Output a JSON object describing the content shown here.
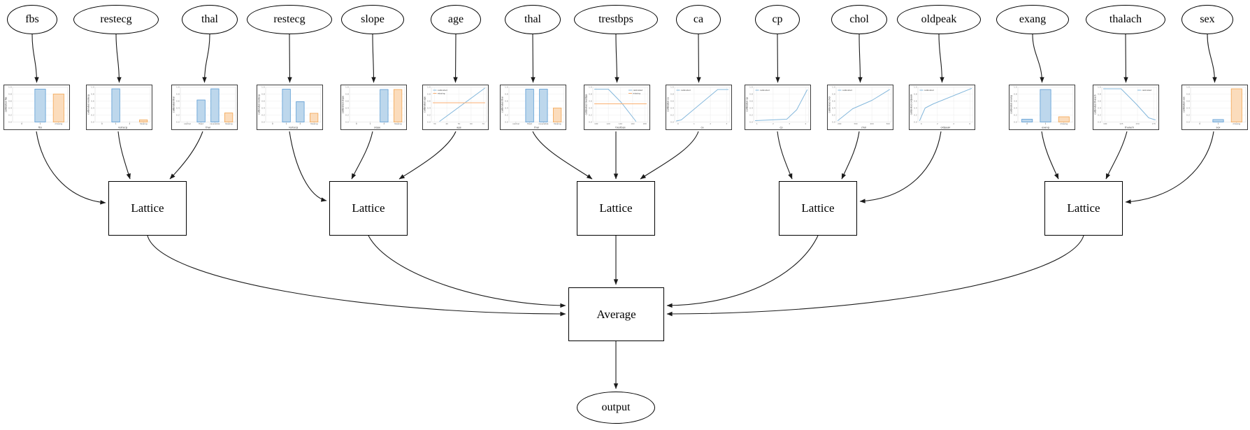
{
  "diagram": {
    "features": [
      "fbs",
      "restecg",
      "thal",
      "restecg",
      "slope",
      "age",
      "thal",
      "trestbps",
      "ca",
      "cp",
      "chol",
      "oldpeak",
      "exang",
      "thalach",
      "sex"
    ],
    "lattice_nodes": [
      "Lattice",
      "Lattice",
      "Lattice",
      "Lattice",
      "Lattice"
    ],
    "lattice_groups": [
      [
        "fbs",
        "restecg",
        "thal"
      ],
      [
        "restecg",
        "slope",
        "age"
      ],
      [
        "thal",
        "trestbps",
        "ca"
      ],
      [
        "cp",
        "chol",
        "oldpeak"
      ],
      [
        "exang",
        "thalach",
        "sex"
      ]
    ],
    "average_node": "Average",
    "output_node": "output"
  },
  "colors": {
    "bar_blue_fill": "#bdd7ec",
    "bar_blue_edge": "#5a9bd4",
    "bar_orange_fill": "#fbdcbc",
    "bar_orange_edge": "#f3a653",
    "line_blue": "#85b8dc",
    "line_orange": "#f9ae70",
    "edge_black": "#1a1a1a",
    "grid_gray": "#ececec"
  },
  "chart_data": [
    {
      "feature": "fbs",
      "type": "bar",
      "ylabel": "calibrated fbs",
      "xlabel": "fbs",
      "yticks": [
        "0.0",
        "0.2",
        "0.4",
        "0.6",
        "0.8",
        "1.0"
      ],
      "categories": [
        "0",
        "1",
        "missing"
      ],
      "values": [
        0,
        0.94,
        0.8
      ],
      "bar_colors": [
        "none",
        "blue",
        "orange"
      ]
    },
    {
      "feature": "restecg",
      "type": "bar",
      "ylabel": "calibrated restecg",
      "xlabel": "restecg",
      "yticks": [
        "0.0",
        "0.2",
        "0.4",
        "0.6",
        "0.8",
        "1.0"
      ],
      "categories": [
        "0",
        "1",
        "2",
        "missing"
      ],
      "values": [
        0,
        0.95,
        0,
        0.06
      ],
      "bar_colors": [
        "none",
        "blue",
        "none",
        "orange"
      ]
    },
    {
      "feature": "thal",
      "type": "bar",
      "ylabel": "calibrated thal",
      "xlabel": "thal",
      "yticks": [
        "0.0",
        "0.2",
        "0.4",
        "0.6",
        "0.8",
        "1.0"
      ],
      "categories": [
        "normal",
        "fixed",
        "reversible",
        "missing"
      ],
      "values": [
        0,
        0.63,
        0.95,
        0.26
      ],
      "bar_colors": [
        "none",
        "blue",
        "blue",
        "orange"
      ]
    },
    {
      "feature": "restecg",
      "type": "bar",
      "ylabel": "calibrated restecg",
      "xlabel": "restecg",
      "yticks": [
        "0.0",
        "0.2",
        "0.4",
        "0.6",
        "0.8",
        "1.0"
      ],
      "categories": [
        "0",
        "1",
        "2",
        "missing"
      ],
      "values": [
        0,
        0.94,
        0.58,
        0.25
      ],
      "bar_colors": [
        "none",
        "blue",
        "blue",
        "orange"
      ]
    },
    {
      "feature": "slope",
      "type": "bar",
      "ylabel": "calibrated slope",
      "xlabel": "slope",
      "yticks": [
        "0.0",
        "0.2",
        "0.4",
        "0.6",
        "0.8",
        "1.0"
      ],
      "categories": [
        "0",
        "1",
        "2",
        "missing"
      ],
      "values": [
        0,
        0,
        0.93,
        0.93
      ],
      "bar_colors": [
        "none",
        "none",
        "blue",
        "orange"
      ]
    },
    {
      "feature": "age",
      "type": "line",
      "ylabel": "calibrated age",
      "xlabel": "age",
      "yticks": [
        "0.0",
        "0.2",
        "0.4",
        "0.6",
        "0.8",
        "1.0"
      ],
      "xticks": [
        "30",
        "40",
        "50",
        "60",
        "70"
      ],
      "legend_pos": "tl",
      "series": [
        {
          "name": "calibrated",
          "color": "blue",
          "points": [
            [
              0.15,
              0.02
            ],
            [
              0.97,
              0.97
            ]
          ]
        },
        {
          "name": "missing",
          "color": "orange",
          "points": [
            [
              0.03,
              0.55
            ],
            [
              0.97,
              0.55
            ]
          ]
        }
      ]
    },
    {
      "feature": "thal",
      "type": "bar",
      "ylabel": "calibrated thal",
      "xlabel": "thal",
      "yticks": [
        "0.0",
        "0.2",
        "0.4",
        "0.6",
        "0.8",
        "1.0"
      ],
      "categories": [
        "normal",
        "fixed",
        "reversible",
        "missing"
      ],
      "values": [
        0,
        0.94,
        0.94,
        0.4
      ],
      "bar_colors": [
        "none",
        "blue",
        "blue",
        "orange"
      ]
    },
    {
      "feature": "trestbps",
      "type": "line",
      "ylabel": "calibrated trestbps",
      "xlabel": "trestbps",
      "yticks": [
        "0.0",
        "0.2",
        "0.4",
        "0.6",
        "0.8",
        "1.0"
      ],
      "xticks": [
        "100",
        "120",
        "140",
        "160",
        "180"
      ],
      "legend_pos": "tr",
      "series": [
        {
          "name": "calibrated",
          "color": "blue",
          "points": [
            [
              0.03,
              0.94
            ],
            [
              0.28,
              0.94
            ],
            [
              0.52,
              0.55
            ],
            [
              0.78,
              0.02
            ]
          ]
        },
        {
          "name": "missing",
          "color": "orange",
          "points": [
            [
              0.03,
              0.52
            ],
            [
              0.97,
              0.52
            ]
          ]
        }
      ]
    },
    {
      "feature": "ca",
      "type": "line",
      "ylabel": "calibrated ca",
      "xlabel": "ca",
      "yticks": [
        "0.0",
        "0.2",
        "0.4",
        "0.6",
        "0.8",
        "1.0"
      ],
      "xticks": [
        "0",
        "1",
        "2",
        "3"
      ],
      "legend_pos": "tl",
      "series": [
        {
          "name": "calibrated",
          "color": "blue",
          "points": [
            [
              0.03,
              0.03
            ],
            [
              0.12,
              0.06
            ],
            [
              0.78,
              0.93
            ],
            [
              0.97,
              0.93
            ]
          ]
        }
      ]
    },
    {
      "feature": "cp",
      "type": "line",
      "ylabel": "calibrated cp",
      "xlabel": "cp",
      "yticks": [
        "0.0",
        "0.2",
        "0.4",
        "0.6",
        "0.8",
        "1.0"
      ],
      "xticks": [
        "1",
        "2",
        "3",
        "4"
      ],
      "legend_pos": "tl",
      "series": [
        {
          "name": "calibrated",
          "color": "blue",
          "points": [
            [
              0.03,
              0.04
            ],
            [
              0.6,
              0.08
            ],
            [
              0.78,
              0.35
            ],
            [
              0.97,
              0.92
            ]
          ]
        }
      ]
    },
    {
      "feature": "chol",
      "type": "line",
      "ylabel": "calibrated chol",
      "xlabel": "chol",
      "yticks": [
        "0.0",
        "0.2",
        "0.4",
        "0.6",
        "0.8",
        "1.0"
      ],
      "xticks": [
        "200",
        "300",
        "400",
        "500"
      ],
      "legend_pos": "tl",
      "series": [
        {
          "name": "calibrated",
          "color": "blue",
          "points": [
            [
              0.03,
              0.04
            ],
            [
              0.3,
              0.38
            ],
            [
              0.65,
              0.62
            ],
            [
              0.97,
              0.93
            ]
          ]
        }
      ]
    },
    {
      "feature": "oldpeak",
      "type": "line",
      "ylabel": "calibrated oldpeak",
      "xlabel": "oldpeak",
      "yticks": [
        "0.0",
        "0.2",
        "0.4",
        "0.6",
        "0.8",
        "1.0"
      ],
      "xticks": [
        "0",
        "2",
        "4",
        "6"
      ],
      "legend_pos": "tl",
      "series": [
        {
          "name": "calibrated",
          "color": "blue",
          "points": [
            [
              0.03,
              0.04
            ],
            [
              0.13,
              0.4
            ],
            [
              0.28,
              0.52
            ],
            [
              0.97,
              0.96
            ]
          ]
        }
      ]
    },
    {
      "feature": "exang",
      "type": "bar",
      "ylabel": "calibrated exang",
      "xlabel": "exang",
      "yticks": [
        "0.0",
        "0.2",
        "0.4",
        "0.6",
        "0.8",
        "1.0"
      ],
      "categories": [
        "0",
        "1",
        "missing"
      ],
      "values": [
        0.08,
        0.93,
        0.15
      ],
      "bar_colors": [
        "blue",
        "blue",
        "orange"
      ]
    },
    {
      "feature": "thalach",
      "type": "line",
      "ylabel": "calibrated thalach",
      "xlabel": "thalach",
      "yticks": [
        "0.0",
        "0.2",
        "0.4",
        "0.6",
        "0.8",
        "1.0"
      ],
      "xticks": [
        "100",
        "125",
        "150",
        "175"
      ],
      "legend_pos": "tr",
      "series": [
        {
          "name": "calibrated",
          "color": "blue",
          "points": [
            [
              0.03,
              0.95
            ],
            [
              0.35,
              0.95
            ],
            [
              0.62,
              0.52
            ],
            [
              0.85,
              0.12
            ],
            [
              0.97,
              0.06
            ]
          ]
        }
      ]
    },
    {
      "feature": "sex",
      "type": "bar",
      "ylabel": "calibrated sex",
      "xlabel": "sex",
      "yticks": [
        "0.0",
        "0.2",
        "0.4",
        "0.6",
        "0.8",
        "1.0"
      ],
      "categories": [
        "0",
        "1",
        "missing"
      ],
      "values": [
        0,
        0.07,
        0.95
      ],
      "bar_colors": [
        "none",
        "blue",
        "orange"
      ]
    }
  ]
}
